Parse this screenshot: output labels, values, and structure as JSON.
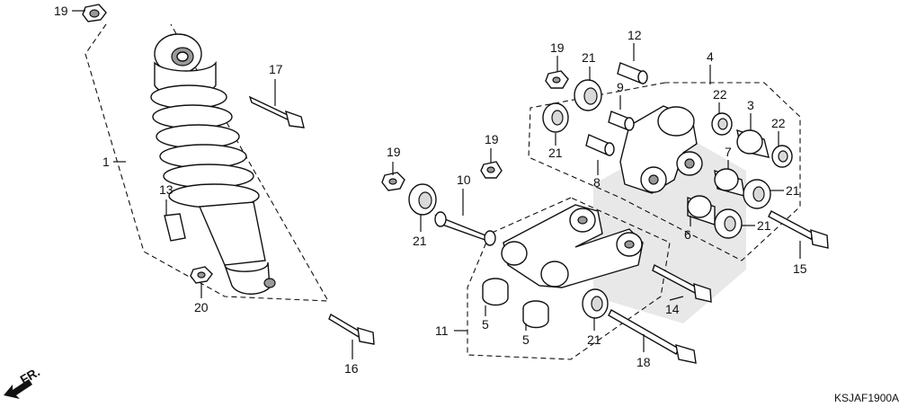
{
  "diagram": {
    "code": "KSJAF1900A",
    "front_label": "FR.",
    "callouts": [
      {
        "id": "c19a",
        "text": "19"
      },
      {
        "id": "c1",
        "text": "1"
      },
      {
        "id": "c13",
        "text": "13"
      },
      {
        "id": "c20",
        "text": "20"
      },
      {
        "id": "c16",
        "text": "16"
      },
      {
        "id": "c17",
        "text": "17"
      },
      {
        "id": "c19b",
        "text": "19"
      },
      {
        "id": "c21a",
        "text": "21"
      },
      {
        "id": "c10",
        "text": "10"
      },
      {
        "id": "c19c",
        "text": "19"
      },
      {
        "id": "c19d",
        "text": "19"
      },
      {
        "id": "c21b",
        "text": "21"
      },
      {
        "id": "c21c",
        "text": "21"
      },
      {
        "id": "c12",
        "text": "12"
      },
      {
        "id": "c9",
        "text": "9"
      },
      {
        "id": "c8",
        "text": "8"
      },
      {
        "id": "c4",
        "text": "4"
      },
      {
        "id": "c22a",
        "text": "22"
      },
      {
        "id": "c3",
        "text": "3"
      },
      {
        "id": "c22b",
        "text": "22"
      },
      {
        "id": "c7",
        "text": "7"
      },
      {
        "id": "c21d",
        "text": "21"
      },
      {
        "id": "c21e",
        "text": "21"
      },
      {
        "id": "c6",
        "text": "6"
      },
      {
        "id": "c15",
        "text": "15"
      },
      {
        "id": "c14",
        "text": "14"
      },
      {
        "id": "c11",
        "text": "11"
      },
      {
        "id": "c5a",
        "text": "5"
      },
      {
        "id": "c5b",
        "text": "5"
      },
      {
        "id": "c21f",
        "text": "21"
      },
      {
        "id": "c18",
        "text": "18"
      }
    ]
  }
}
